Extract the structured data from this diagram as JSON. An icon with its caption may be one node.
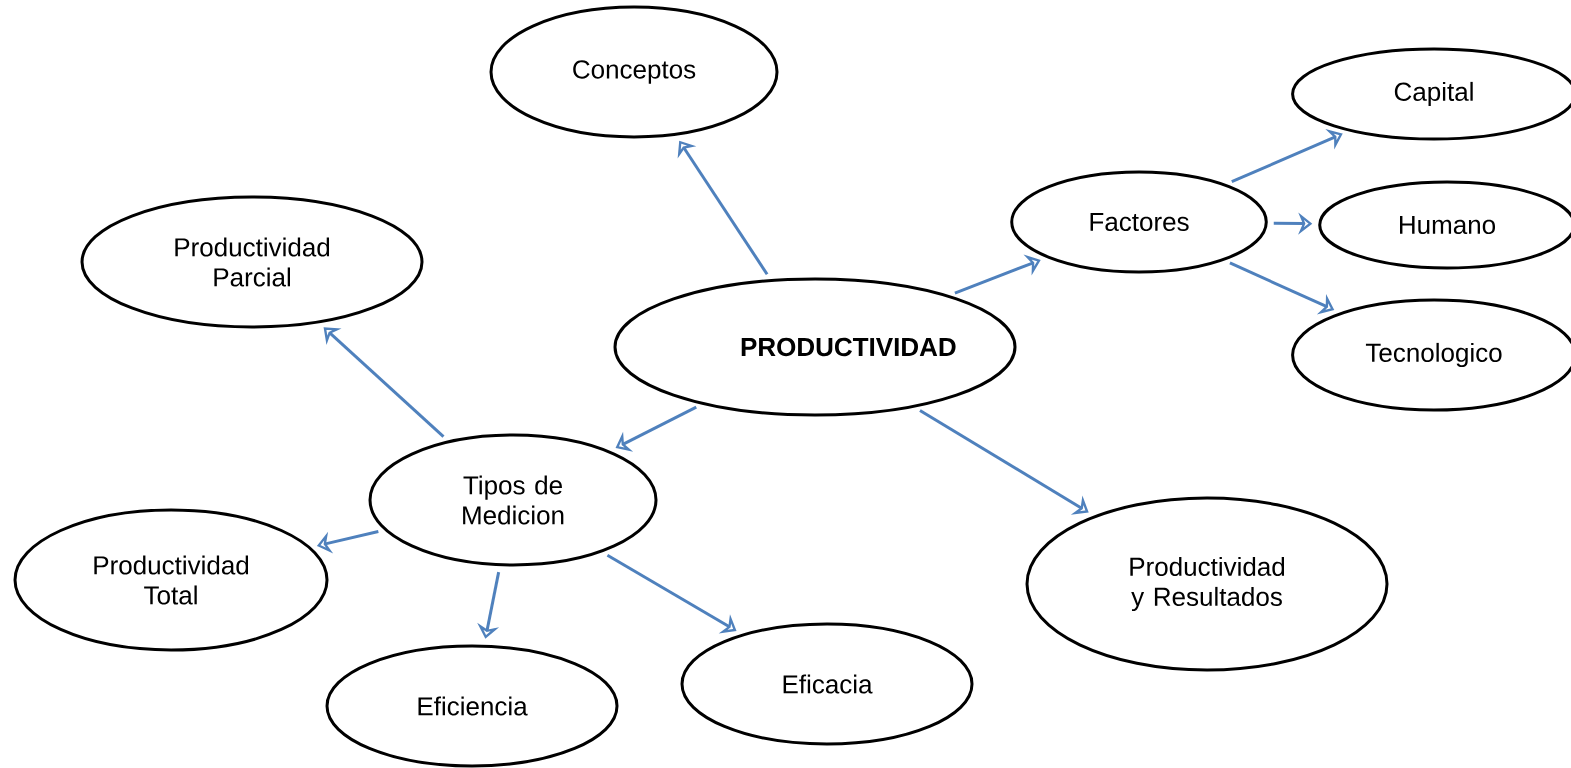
{
  "diagram": {
    "nodes": [
      {
        "text": [
          "PRODUCTIVIDAD"
        ]
      },
      {
        "text": [
          "Conceptos"
        ]
      },
      {
        "text": [
          "Factores"
        ]
      },
      {
        "text": [
          "Capital"
        ]
      },
      {
        "text": [
          "Humano"
        ]
      },
      {
        "text": [
          "Tecnologico"
        ]
      },
      {
        "text": [
          "Productividad y Resultados"
        ]
      },
      {
        "text": [
          "Tipos de Medicion"
        ]
      },
      {
        "text": [
          "Productividad Parcial"
        ]
      },
      {
        "text": [
          "Productividad Total"
        ]
      },
      {
        "text": [
          "Eficiencia"
        ]
      },
      {
        "text": [
          "Eficacia"
        ]
      }
    ],
    "edges": [
      {
        "from": 0,
        "to": 1,
        "arrow": "to"
      },
      {
        "from": 0,
        "to": 2,
        "arrow": "to"
      },
      {
        "from": 2,
        "to": 3,
        "arrow": "to"
      },
      {
        "from": 2,
        "to": 4,
        "arrow": "to"
      },
      {
        "from": 2,
        "to": 5,
        "arrow": "to"
      },
      {
        "from": 0,
        "to": 6,
        "arrow": "to"
      },
      {
        "from": 0,
        "to": 7,
        "arrow": "to"
      },
      {
        "from": 7,
        "to": 8,
        "arrow": "to"
      },
      {
        "from": 7,
        "to": 9,
        "arrow": "to"
      },
      {
        "from": 7,
        "to": 10,
        "arrow": "to"
      },
      {
        "from": 7,
        "to": 11,
        "arrow": "to"
      }
    ]
  }
}
